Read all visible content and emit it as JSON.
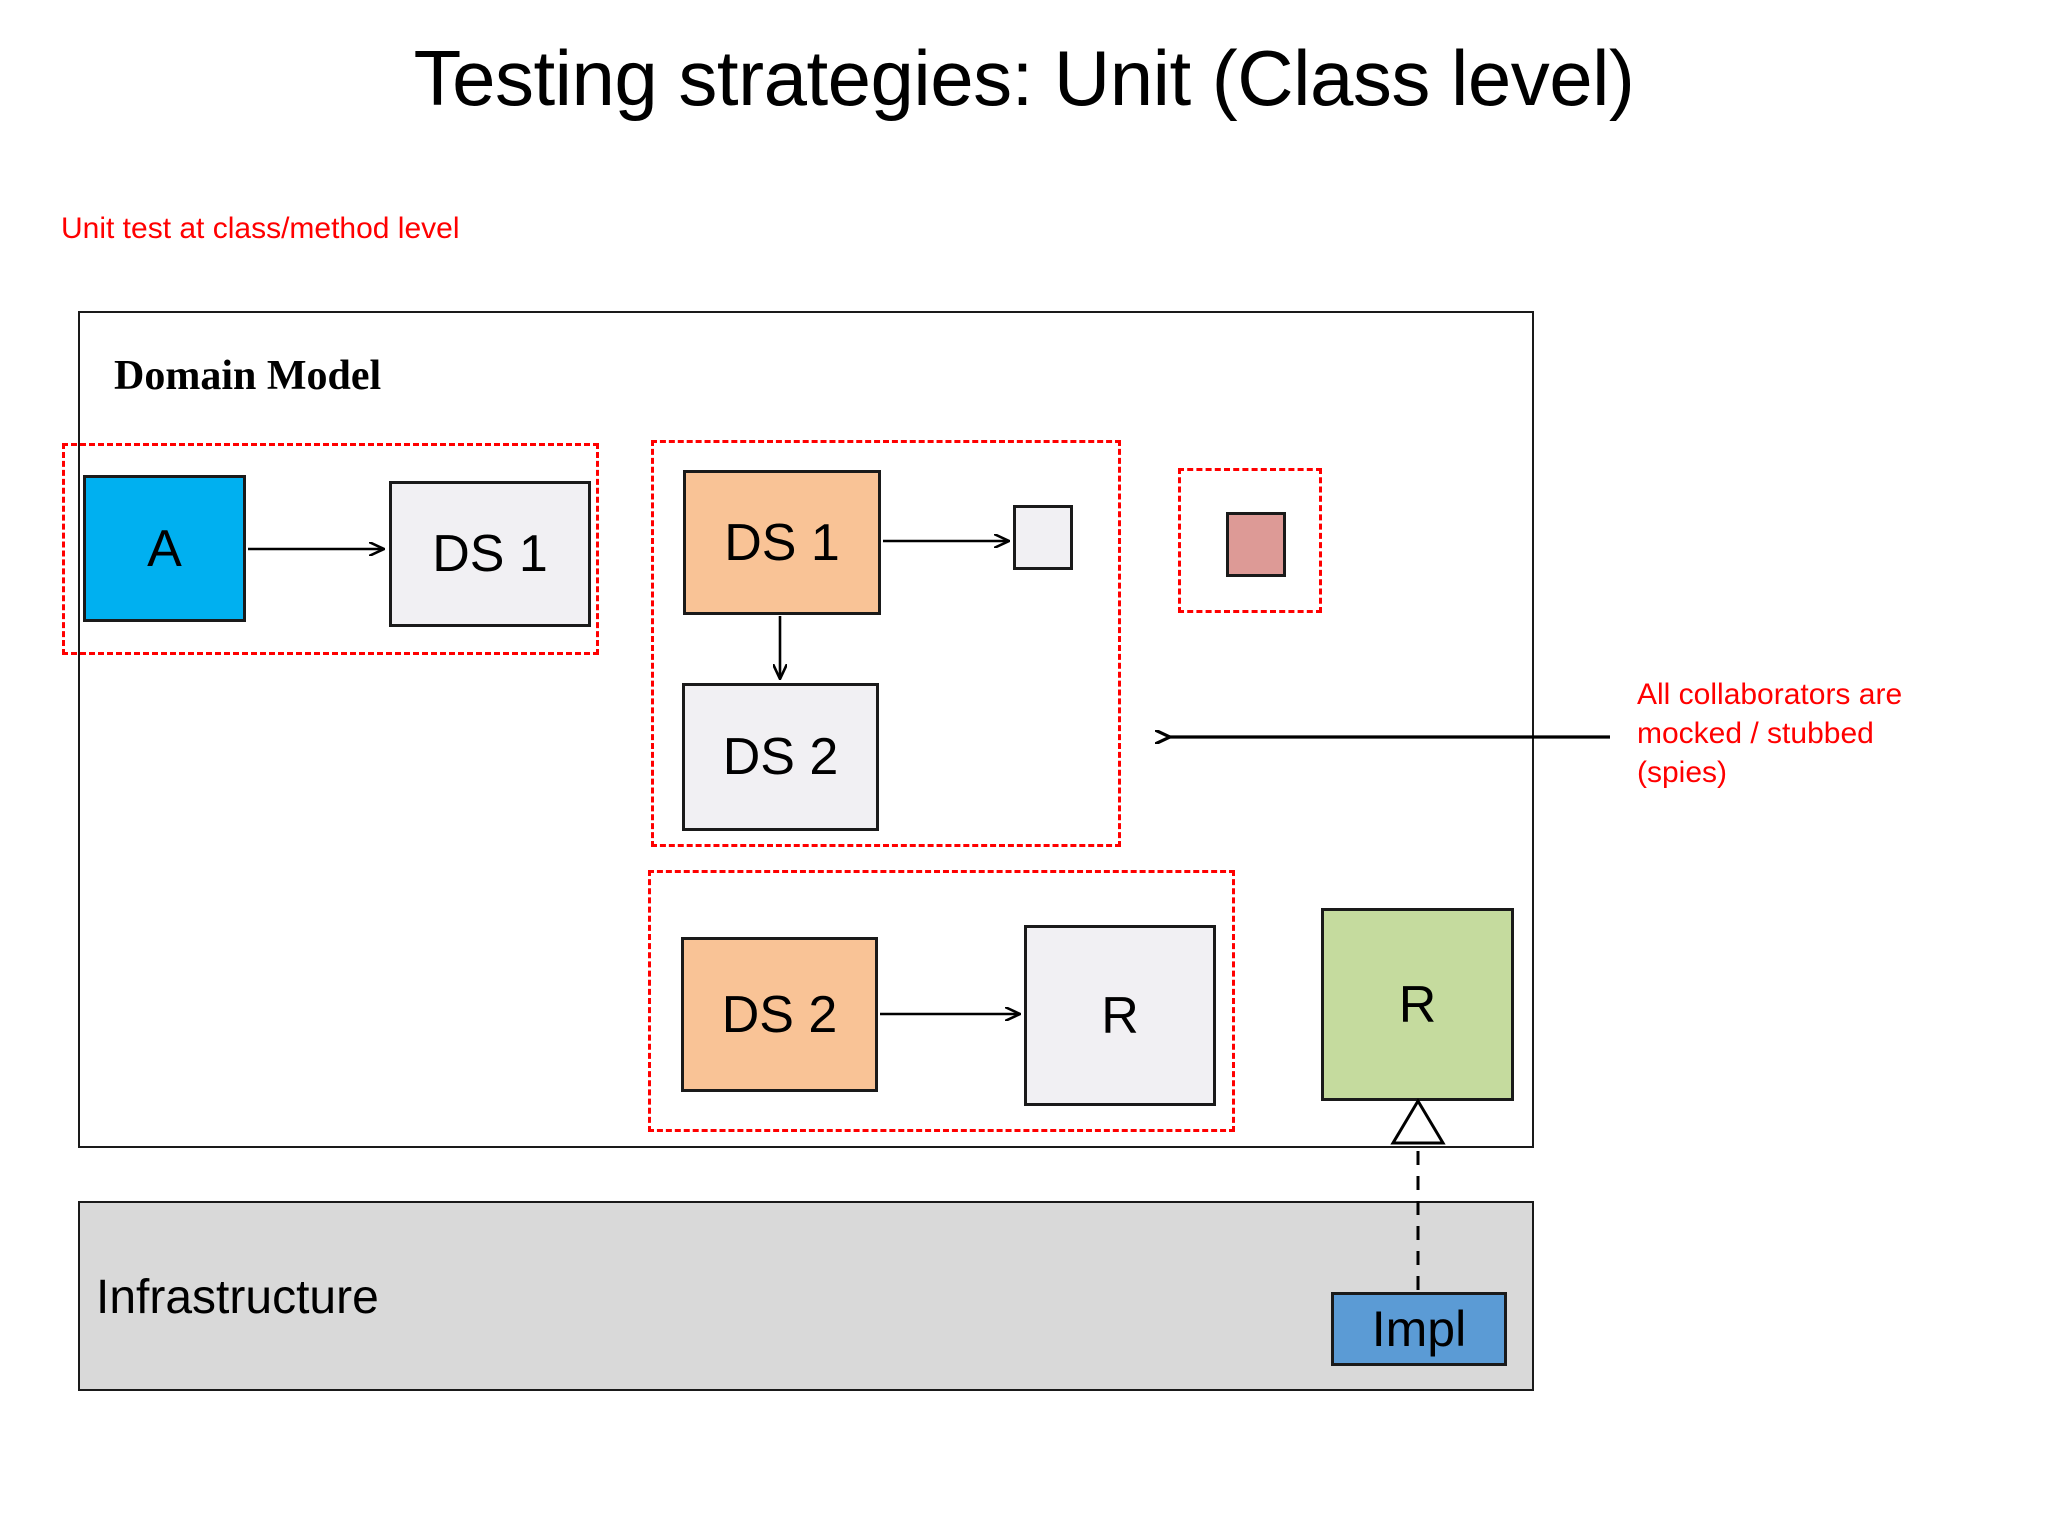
{
  "slide": {
    "title": "Testing strategies: Unit (Class level)",
    "subtitle": "Unit test at class/method level"
  },
  "layers": {
    "domain_model_label": "Domain Model",
    "infrastructure_label": "Infrastructure"
  },
  "nodes": {
    "a": "A",
    "ds1_gray": "DS 1",
    "ds1_orange": "DS 1",
    "empty": "",
    "pink": "",
    "ds2_gray": "DS 2",
    "ds2_orange": "DS 2",
    "r_gray": "R",
    "r_green": "R",
    "impl": "Impl"
  },
  "annotation": {
    "line1": "All collaborators are",
    "line2": "mocked / stubbed",
    "line3": "(spies)"
  },
  "colors": {
    "subject_under_test": "#00B0F0",
    "collaborator_mocked": "#F9C396",
    "collaborator_plain": "#F1F0F3",
    "pink_node": "#DD9A96",
    "interface_node": "#C5DB9E",
    "implementation_node": "#5B9BD5",
    "infrastructure_fill": "#D9D9D9",
    "scope_border": "#FF0000",
    "annotation_text": "#FF0000",
    "outline": "#1A1A1A"
  }
}
